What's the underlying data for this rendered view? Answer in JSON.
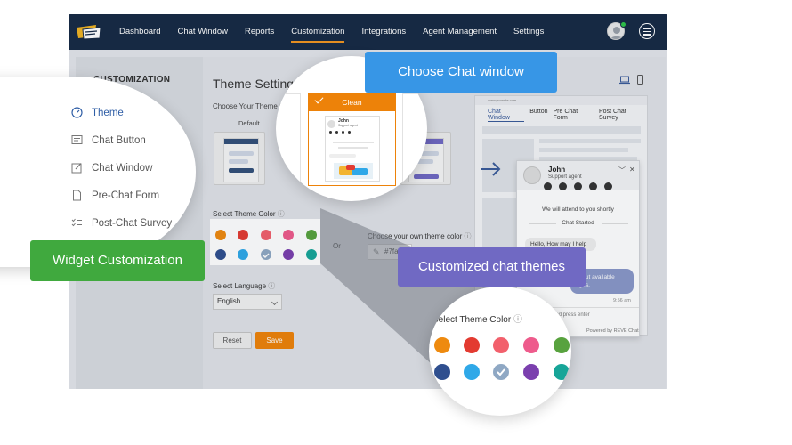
{
  "nav": {
    "items": [
      "Dashboard",
      "Chat Window",
      "Reports",
      "Customization",
      "Integrations",
      "Agent Management",
      "Settings"
    ],
    "active": "Customization"
  },
  "sidebar": {
    "heading": "CUSTOMIZATION",
    "items": [
      {
        "label": "Theme",
        "icon": "gauge-icon",
        "active": true
      },
      {
        "label": "Chat Button",
        "icon": "chat-button-icon"
      },
      {
        "label": "Chat Window",
        "icon": "edit-window-icon"
      },
      {
        "label": "Pre-Chat Form",
        "icon": "document-icon"
      },
      {
        "label": "Post-Chat Survey",
        "icon": "checklist-icon"
      }
    ]
  },
  "main": {
    "title": "Theme Setting",
    "choose_theme_label": "Choose Your Theme",
    "theme_default": "Default",
    "theme_clean": "Clean",
    "select_color_label": "Select Theme Color",
    "or_label": "Or",
    "own_color_label": "Choose your own theme color",
    "hex_value": "#7fa",
    "language_label": "Select Language",
    "language_value": "English",
    "reset_label": "Reset",
    "save_label": "Save"
  },
  "swatches": [
    "#ee8a0f",
    "#e33b31",
    "#f2606c",
    "#ee5b8c",
    "#58a23e",
    "#2f4f8f",
    "#2fa8e8",
    "#8fa8c4",
    "#7b3fae",
    "#17a598"
  ],
  "selected_swatch_index": 7,
  "preview": {
    "url": "www.yoursite.com",
    "tabs": [
      "Chat Window",
      "Button",
      "Pre Chat Form",
      "Post Chat Survey"
    ],
    "agent_name": "John",
    "agent_role": "Support agent",
    "attend_text": "We will attend to you shortly",
    "chat_started": "Chat Started",
    "agent_msg": "Hello, How may I help you?",
    "user_msg": "about available ages.",
    "time": "9:56 am",
    "input_placeholder": "and press enter",
    "powered": "Powered by  REVE Chat"
  },
  "mini": {
    "name": "John",
    "role": "Support agent"
  },
  "callouts": {
    "choose": "Choose Chat window",
    "widget": "Widget Customization",
    "themes": "Customized chat themes"
  },
  "colors": {
    "navbar": "#172a44",
    "accent_orange": "#ed8209",
    "active_blue": "#2f5ea6",
    "callout_blue": "#3796e6",
    "callout_green": "#40a93e",
    "callout_purple": "#7069c3"
  }
}
